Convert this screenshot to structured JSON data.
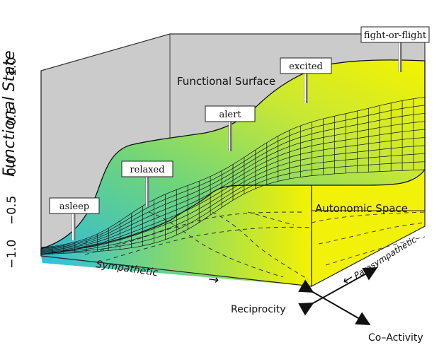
{
  "axes": {
    "z_label": "Functional State",
    "z_ticks": [
      "1.0",
      "0.5",
      "0.0",
      "−0.5",
      "−1.0"
    ],
    "x_label": "Sympathetic",
    "y_label": "Parasympathetic",
    "x_arrow": "→",
    "y_arrow": "←"
  },
  "regions": {
    "surface_label": "Functional Surface",
    "space_label": "Autonomic Space"
  },
  "states": [
    {
      "label": "asleep"
    },
    {
      "label": "relaxed"
    },
    {
      "label": "alert"
    },
    {
      "label": "excited"
    },
    {
      "label": "fight-or-flight"
    }
  ],
  "legend": {
    "reciprocity": "Reciprocity",
    "coactivity": "Co–Activity"
  },
  "colors": {
    "back_wall": "#cccccc",
    "gradient_low": "#33c7d8",
    "gradient_mid": "#7fd66b",
    "gradient_high": "#f2f200",
    "mesh": "#111111"
  },
  "icons": {
    "reciprocity": "double-arrow-icon",
    "coactivity": "double-arrow-icon"
  }
}
